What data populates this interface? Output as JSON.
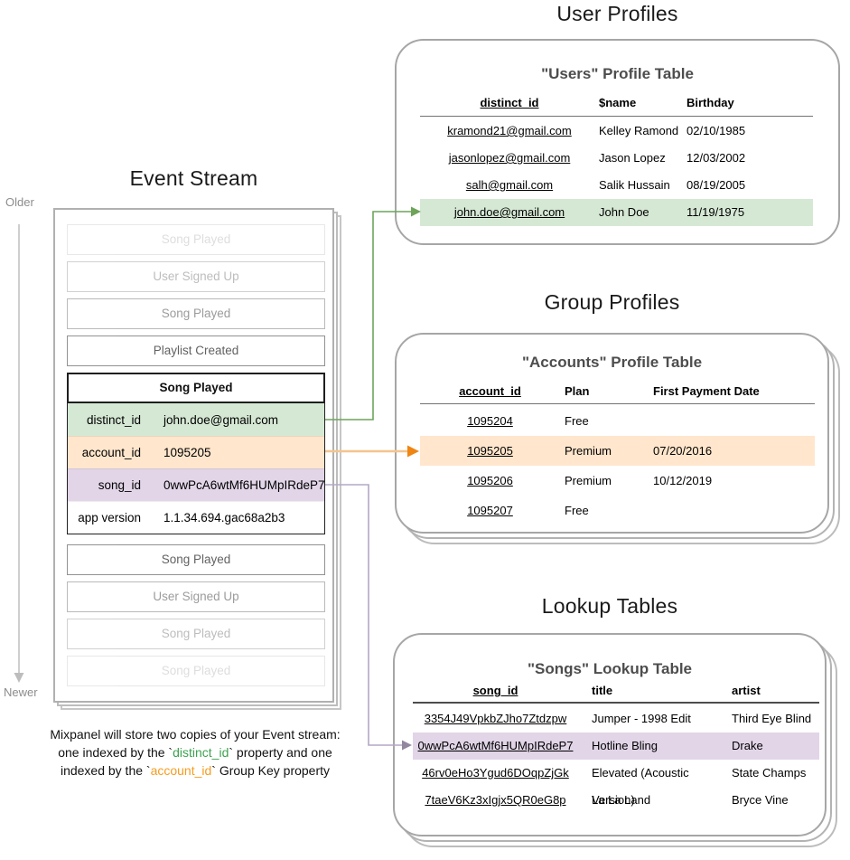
{
  "timeline": {
    "older": "Older",
    "newer": "Newer"
  },
  "event_stream": {
    "title": "Event Stream",
    "faded_rows_top": [
      "Song Played",
      "User Signed Up",
      "Song Played",
      "Playlist Created"
    ],
    "focal_event": {
      "title": "Song Played",
      "properties": [
        {
          "key": "distinct_id",
          "value": "john.doe@gmail.com",
          "highlight": "#d5e8d4"
        },
        {
          "key": "account_id",
          "value": "1095205",
          "highlight": "#ffe6cc"
        },
        {
          "key": "song_id",
          "value": "0wwPcA6wtMf6HUMpIRdeP7",
          "highlight": "#e1d5e7"
        },
        {
          "key": "app version",
          "value": "1.1.34.694.gac68a2b3",
          "highlight": "none"
        }
      ]
    },
    "faded_rows_bottom": [
      "Song Played",
      "User Signed Up",
      "Song Played",
      "Song Played"
    ]
  },
  "user_profiles": {
    "section_title": "User Profiles",
    "table_title": "\"Users\" Profile Table",
    "columns": [
      "distinct_id",
      "$name",
      "Birthday"
    ],
    "rows": [
      [
        "kramond21@gmail.com",
        "Kelley Ramond",
        "02/10/1985"
      ],
      [
        "jasonlopez@gmail.com",
        "Jason Lopez",
        "12/03/2002"
      ],
      [
        "salh@gmail.com",
        "Salik Hussain",
        "08/19/2005"
      ],
      [
        "john.doe@gmail.com",
        "John Doe",
        "11/19/1975"
      ]
    ],
    "highlighted_row_index": 3,
    "highlight_color": "#d5e8d4"
  },
  "group_profiles": {
    "section_title": "Group Profiles",
    "table_title": "\"Accounts\" Profile Table",
    "columns": [
      "account_id",
      "Plan",
      "First Payment Date"
    ],
    "rows": [
      [
        "1095204",
        "Free",
        ""
      ],
      [
        "1095205",
        "Premium",
        "07/20/2016"
      ],
      [
        "1095206",
        "Premium",
        "10/12/2019"
      ],
      [
        "1095207",
        "Free",
        ""
      ]
    ],
    "highlighted_row_index": 1,
    "highlight_color": "#ffe6cc"
  },
  "lookup_tables": {
    "section_title": "Lookup Tables",
    "table_title": "\"Songs\" Lookup Table",
    "columns": [
      "song_id",
      "title",
      "artist"
    ],
    "rows": [
      [
        "3354J49VpkbZJho7Ztdzpw",
        "Jumper - 1998 Edit",
        "Third Eye Blind"
      ],
      [
        "0wwPcA6wtMf6HUMpIRdeP7",
        "Hotline Bling",
        "Drake"
      ],
      [
        "46rv0eHo3Ygud6DOqpZjGk",
        "Elevated (Acoustic Version)",
        "State Champs"
      ],
      [
        "7taeV6Kz3xIgjx5QR0eG8p",
        "La La Land",
        "Bryce Vine"
      ]
    ],
    "highlighted_row_index": 1,
    "highlight_color": "#e1d5e7"
  },
  "caption": {
    "line1": "Mixpanel will store two copies of your Event stream:",
    "line2_pre": "one indexed by the `",
    "line2_code": "distinct_id",
    "line2_post": "` property and one",
    "line3_pre": "indexed by the `",
    "line3_code": "account_id",
    "line3_post": "` Group Key property"
  },
  "connectors": [
    {
      "from": "distinct_id property",
      "to": "Users profile table row john.doe@gmail.com",
      "color": "#6da45a"
    },
    {
      "from": "account_id property",
      "to": "Accounts profile table row 1095205",
      "color": "#ef8512"
    },
    {
      "from": "song_id property",
      "to": "Songs lookup table row 0wwPcA6wtMf6HUMpIRdeP7",
      "color": "#b4a7c6"
    }
  ]
}
